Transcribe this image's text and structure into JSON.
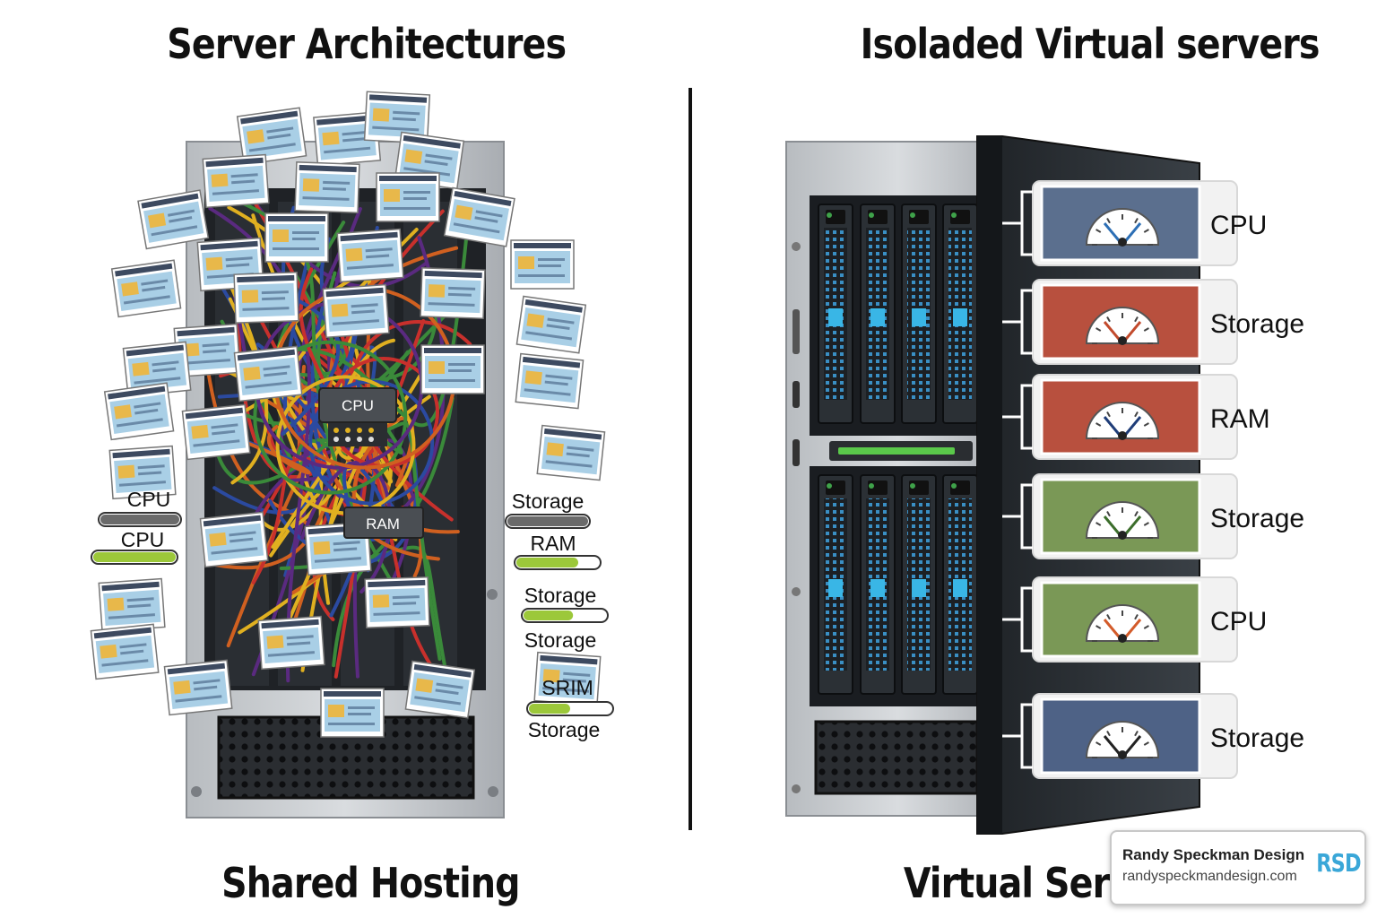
{
  "left": {
    "title": "Server Architectures",
    "caption": "Shared Hosting",
    "chip_cpu": "CPU",
    "chip_ram": "RAM",
    "resource_labels": [
      {
        "text": "CPU",
        "fill": 1.0,
        "color": "#6a6a6a"
      },
      {
        "text": "CPU",
        "fill": 1.0,
        "color": "#9cc83a"
      },
      {
        "text": "Storage",
        "fill": 1.0,
        "color": "#6a6a6a"
      },
      {
        "text": "RAM",
        "fill": 0.75,
        "color": "#9cc83a"
      },
      {
        "text": "Storage",
        "fill": 0.6,
        "color": "#9cc83a"
      },
      {
        "text": "Storage",
        "fill": null,
        "color": null
      },
      {
        "text": "SRIM",
        "fill": null,
        "color": null
      },
      {
        "text": "Storage",
        "fill": 0.5,
        "color": "#9cc83a"
      }
    ]
  },
  "right": {
    "title": "Isoladed Virtual servers",
    "caption": "Virtual Serve",
    "panels": [
      {
        "label": "CPU",
        "color": "#5b6f8e",
        "needle": "#2d6fb5"
      },
      {
        "label": "Storage",
        "color": "#b8503e",
        "needle": "#c24a2c"
      },
      {
        "label": "RAM",
        "color": "#b8503e",
        "needle": "#1f3d78"
      },
      {
        "label": "Storage",
        "color": "#7a9856",
        "needle": "#3c6e2c"
      },
      {
        "label": "CPU",
        "color": "#7a9856",
        "needle": "#d35b2a"
      },
      {
        "label": "Storage",
        "color": "#4e6286",
        "needle": "#222222"
      }
    ]
  },
  "brand": {
    "name": "Randy Speckman Design",
    "url": "randyspeckmandesign.com",
    "logo": "RSD"
  },
  "colors": {
    "cables": [
      "#c8302c",
      "#2b4aa0",
      "#e0b020",
      "#3a8a3a",
      "#5a2a80",
      "#d06020"
    ]
  }
}
